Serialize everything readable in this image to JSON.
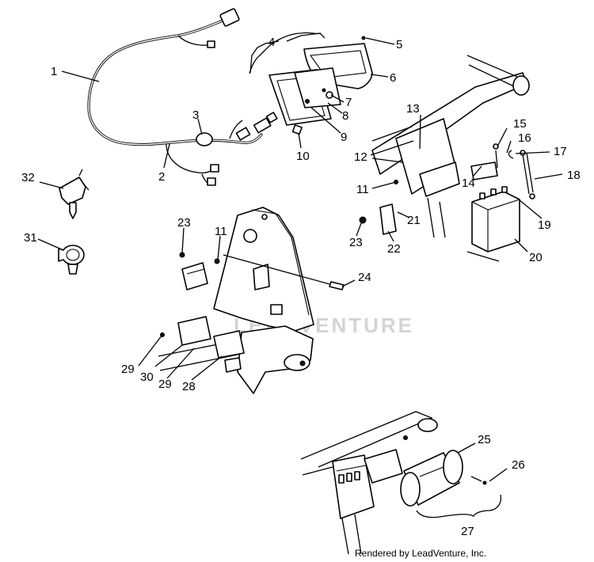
{
  "diagram": {
    "callouts": [
      {
        "id": "c1",
        "label": "1"
      },
      {
        "id": "c2",
        "label": "2"
      },
      {
        "id": "c3",
        "label": "3"
      },
      {
        "id": "c4",
        "label": "4"
      },
      {
        "id": "c5",
        "label": "5"
      },
      {
        "id": "c6",
        "label": "6"
      },
      {
        "id": "c7",
        "label": "7"
      },
      {
        "id": "c8",
        "label": "8"
      },
      {
        "id": "c9",
        "label": "9"
      },
      {
        "id": "c10",
        "label": "10"
      },
      {
        "id": "c11a",
        "label": "11"
      },
      {
        "id": "c11b",
        "label": "11"
      },
      {
        "id": "c12",
        "label": "12"
      },
      {
        "id": "c13",
        "label": "13"
      },
      {
        "id": "c14",
        "label": "14"
      },
      {
        "id": "c15",
        "label": "15"
      },
      {
        "id": "c16",
        "label": "16"
      },
      {
        "id": "c17",
        "label": "17"
      },
      {
        "id": "c18",
        "label": "18"
      },
      {
        "id": "c19",
        "label": "19"
      },
      {
        "id": "c20",
        "label": "20"
      },
      {
        "id": "c21",
        "label": "21"
      },
      {
        "id": "c22",
        "label": "22"
      },
      {
        "id": "c23a",
        "label": "23"
      },
      {
        "id": "c23b",
        "label": "23"
      },
      {
        "id": "c24",
        "label": "24"
      },
      {
        "id": "c25",
        "label": "25"
      },
      {
        "id": "c26",
        "label": "26"
      },
      {
        "id": "c27",
        "label": "27"
      },
      {
        "id": "c28",
        "label": "28"
      },
      {
        "id": "c29a",
        "label": "29"
      },
      {
        "id": "c29b",
        "label": "29"
      },
      {
        "id": "c30",
        "label": "30"
      },
      {
        "id": "c31",
        "label": "31"
      },
      {
        "id": "c32",
        "label": "32"
      }
    ],
    "watermark": "LEADVENTURE",
    "footer": "Rendered by LeadVenture, Inc."
  }
}
